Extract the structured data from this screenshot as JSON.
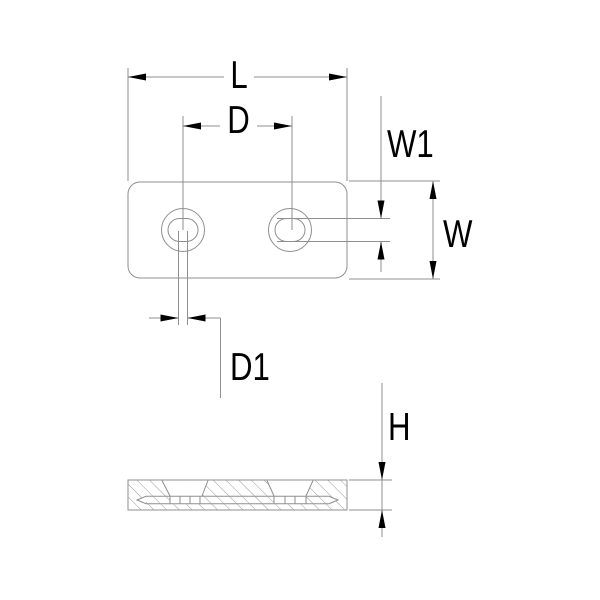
{
  "labels": {
    "L": "L",
    "D": "D",
    "W1": "W1",
    "W": "W",
    "D1": "D1",
    "H": "H"
  },
  "colors": {
    "background": "#ffffff",
    "line": "#8f8f8f",
    "hatch": "#9c9c9c",
    "ink": "#000000"
  }
}
